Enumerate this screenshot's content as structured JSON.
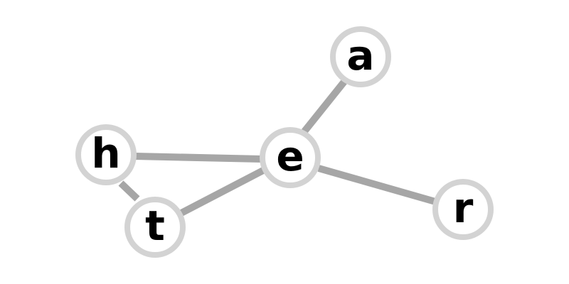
{
  "graph": {
    "nodes": [
      {
        "id": "a",
        "label": "a"
      },
      {
        "id": "e",
        "label": "e"
      },
      {
        "id": "h",
        "label": "h"
      },
      {
        "id": "t",
        "label": "t"
      },
      {
        "id": "r",
        "label": "r"
      }
    ],
    "edges": [
      {
        "source": "h",
        "target": "e"
      },
      {
        "source": "h",
        "target": "t"
      },
      {
        "source": "t",
        "target": "e"
      },
      {
        "source": "e",
        "target": "a"
      },
      {
        "source": "e",
        "target": "r"
      }
    ],
    "colors": {
      "edge": "#a6a6a6",
      "node_ring": "#d3d3d3",
      "node_fill": "#ffffff",
      "label": "#000000"
    }
  }
}
